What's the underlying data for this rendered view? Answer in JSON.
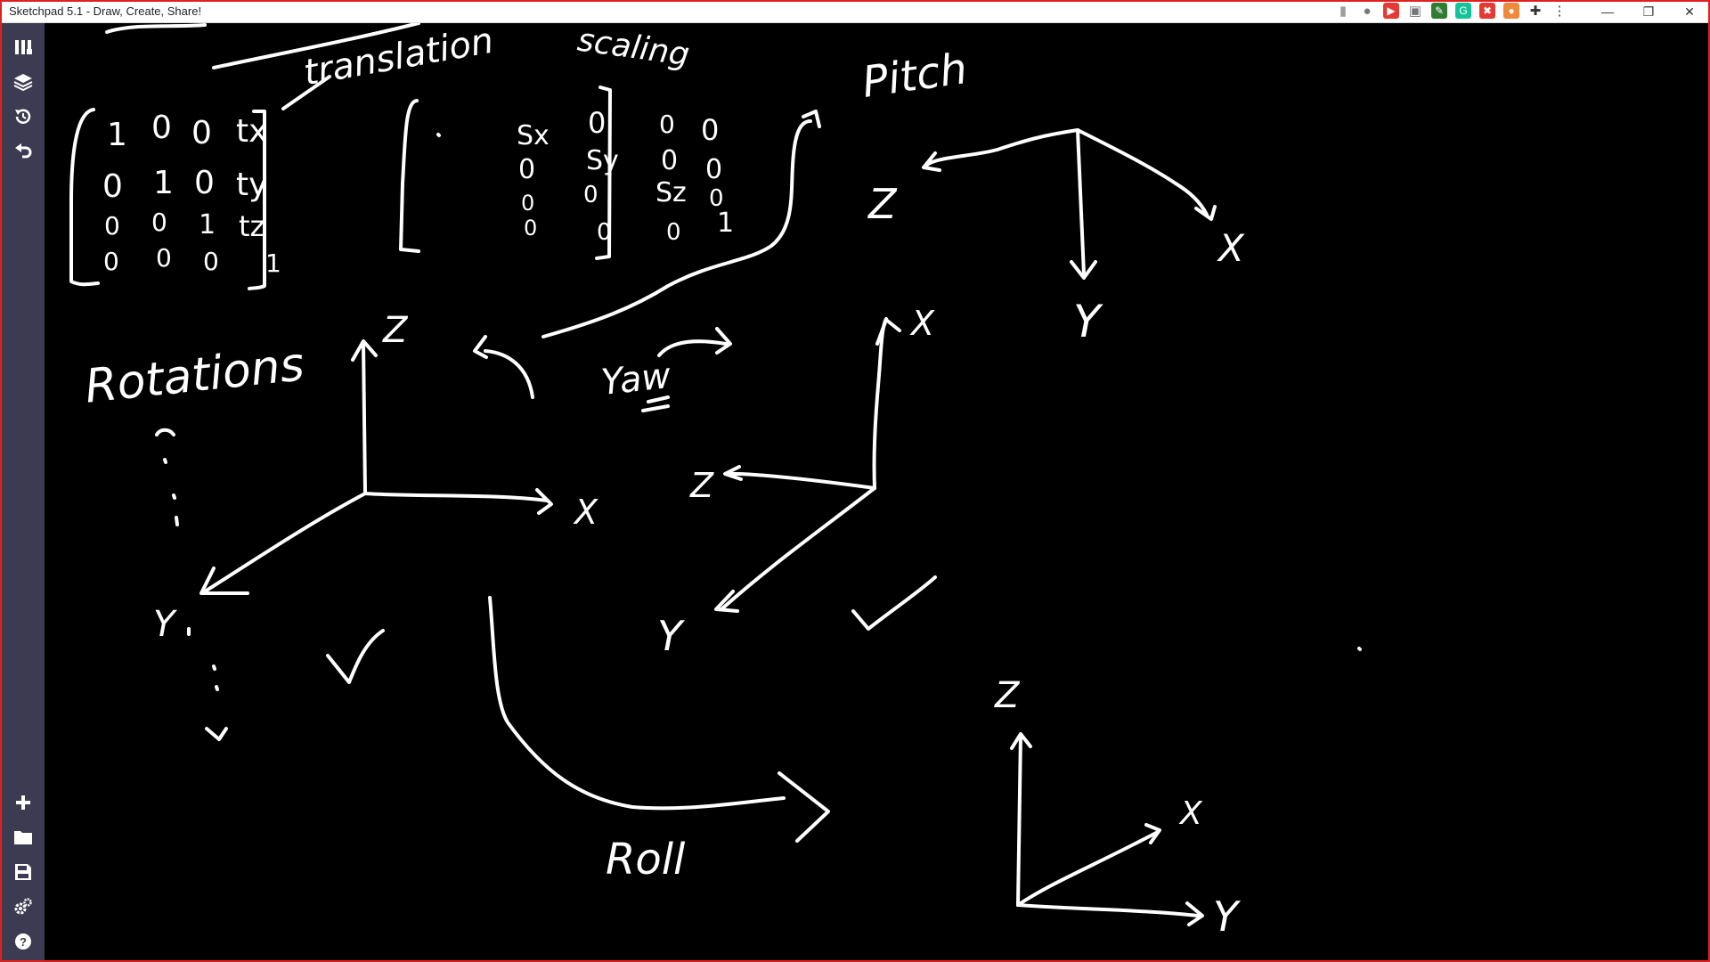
{
  "window": {
    "title": "Sketchpad 5.1 - Draw, Create, Share!",
    "minimize_glyph": "—",
    "restore_glyph": "❐",
    "close_glyph": "✕"
  },
  "extensions": [
    {
      "icon": "bookmark-icon",
      "glyph": "▮",
      "color": "#9e9e9e"
    },
    {
      "icon": "location-pin-icon",
      "glyph": "●",
      "color": "#7a7a7a"
    },
    {
      "icon": "youtube-icon",
      "glyph": "▶",
      "color": "#e53935"
    },
    {
      "icon": "screen-capture-icon",
      "glyph": "▣",
      "color": "#777777"
    },
    {
      "icon": "pen-tool-icon",
      "glyph": "✎",
      "color": "#2e7d32"
    },
    {
      "icon": "grammarly-icon",
      "glyph": "G",
      "color": "#15c39a"
    },
    {
      "icon": "shield-icon",
      "glyph": "✖",
      "color": "#e53935"
    },
    {
      "icon": "media-icon",
      "glyph": "●",
      "color": "#ef8a3c"
    },
    {
      "icon": "puzzle-icon",
      "glyph": "✚",
      "color": "#333333"
    },
    {
      "icon": "kebab-menu-icon",
      "glyph": "⋮",
      "color": "#333333"
    }
  ],
  "sidebar": {
    "top_tools": [
      {
        "name": "brush-tools-icon"
      },
      {
        "name": "layers-icon"
      },
      {
        "name": "history-icon"
      },
      {
        "name": "undo-icon"
      }
    ],
    "bottom_tools": [
      {
        "name": "new-canvas-icon"
      },
      {
        "name": "open-folder-icon"
      },
      {
        "name": "save-icon"
      },
      {
        "name": "settings-icon"
      },
      {
        "name": "help-icon"
      }
    ]
  },
  "notes": {
    "translation": "translation",
    "scaling": "scaling",
    "pitch": "Pitch",
    "rotations": "Rotations",
    "yaw": "Yaw",
    "roll": "Roll",
    "translation_matrix": [
      [
        "1",
        "0",
        "0",
        "tx"
      ],
      [
        "0",
        "1",
        "0",
        "ty"
      ],
      [
        "0",
        "0",
        "1",
        "tz"
      ],
      [
        "0",
        "0",
        "0",
        "1"
      ]
    ],
    "scaling_matrix": [
      [
        "Sx",
        "0",
        "0",
        "0"
      ],
      [
        "0",
        "Sy",
        "0",
        "0"
      ],
      [
        "0",
        "0",
        "Sz",
        "0"
      ],
      [
        "0",
        "0",
        "0",
        "1"
      ]
    ],
    "axes": {
      "main_z": "Z",
      "main_x": "X",
      "main_y": "Y",
      "yaw_x": "X",
      "yaw_z": "Z",
      "yaw_y": "Y",
      "pitch_z": "Z",
      "pitch_x": "X",
      "pitch_y": "Y",
      "roll_z": "Z",
      "roll_x": "X",
      "roll_y": "Y"
    }
  }
}
